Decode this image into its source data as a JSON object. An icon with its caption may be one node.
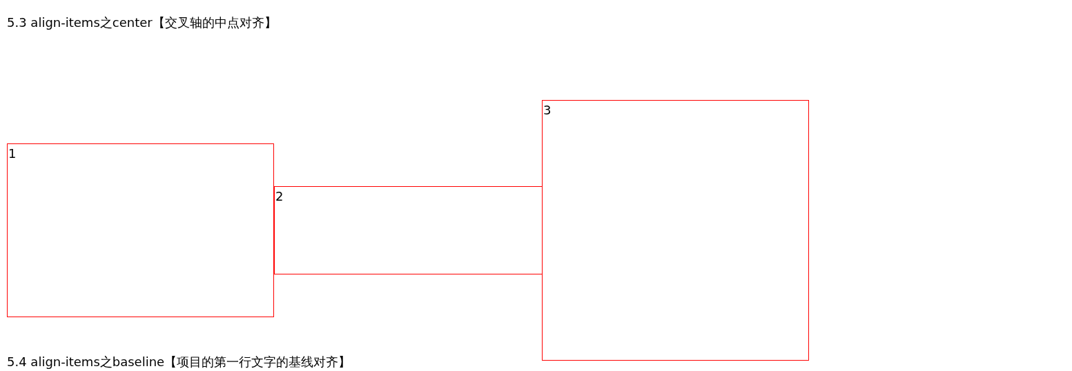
{
  "diagram": {
    "title": "5.3 align-items之center【交叉轴的中点对齐】",
    "nodes": [
      {
        "text": [
          "1"
        ]
      },
      {
        "text": [
          "2"
        ]
      },
      {
        "text": [
          "3"
        ]
      }
    ],
    "labels": [
      "5.4 align-items之baseline【项目的第一行文字的基线对齐】"
    ]
  }
}
